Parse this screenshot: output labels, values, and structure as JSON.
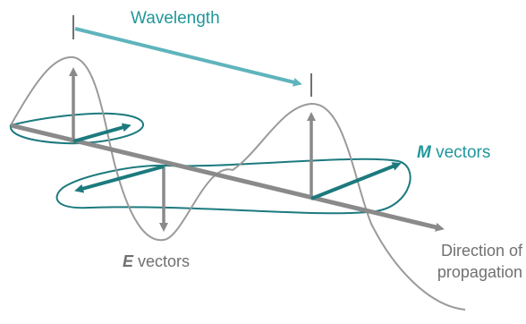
{
  "labels": {
    "wavelength": "Wavelength",
    "m_vectors_symbol": "M",
    "m_vectors_text": " vectors",
    "e_vectors_symbol": "E",
    "e_vectors_text": " vectors",
    "direction_line1": "Direction of",
    "direction_line2": "propagation"
  },
  "colors": {
    "teal_dark": "#1c7a7e",
    "teal_light": "#5fb4bc",
    "teal_text": "#21979c",
    "gray_axis": "#8a8a8a",
    "gray_curve": "#9a9a9a",
    "gray_text": "#707070"
  }
}
